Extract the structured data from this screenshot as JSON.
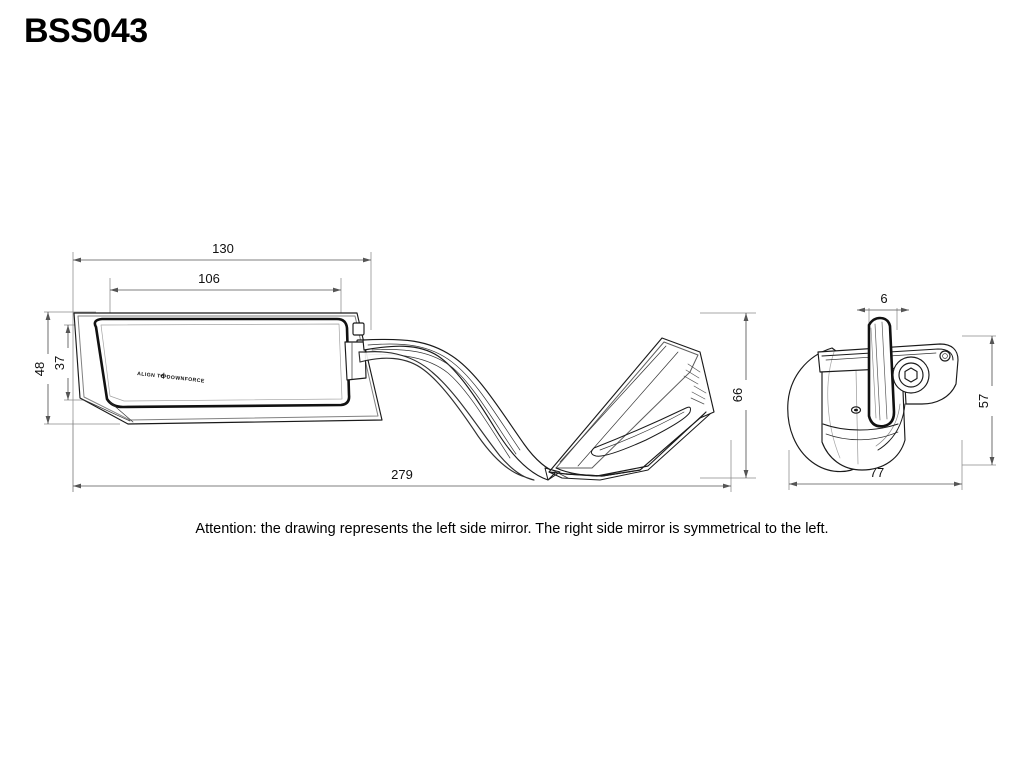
{
  "document": {
    "part_number": "BSS043",
    "caption": "Attention: the drawing represents the left side mirror. The right side mirror is symmetrical to the left.",
    "background_color": "#ffffff",
    "line_color": "#1a1a1a",
    "dimension_line_color": "#555555"
  },
  "views": {
    "main_view": {
      "name": "front-top-view",
      "mirror_marking": "ALIGN    TO DOWNFORCE",
      "mirror_marking_symbol": "crosshair-target-icon"
    },
    "side_view": {
      "name": "side-view"
    }
  },
  "dimensions": {
    "overall_width": "130",
    "glass_width": "106",
    "overall_height": "48",
    "glass_height": "37",
    "overall_length": "279",
    "base_height": "66",
    "stem_thickness": "6",
    "side_height": "57",
    "side_width": "77"
  }
}
